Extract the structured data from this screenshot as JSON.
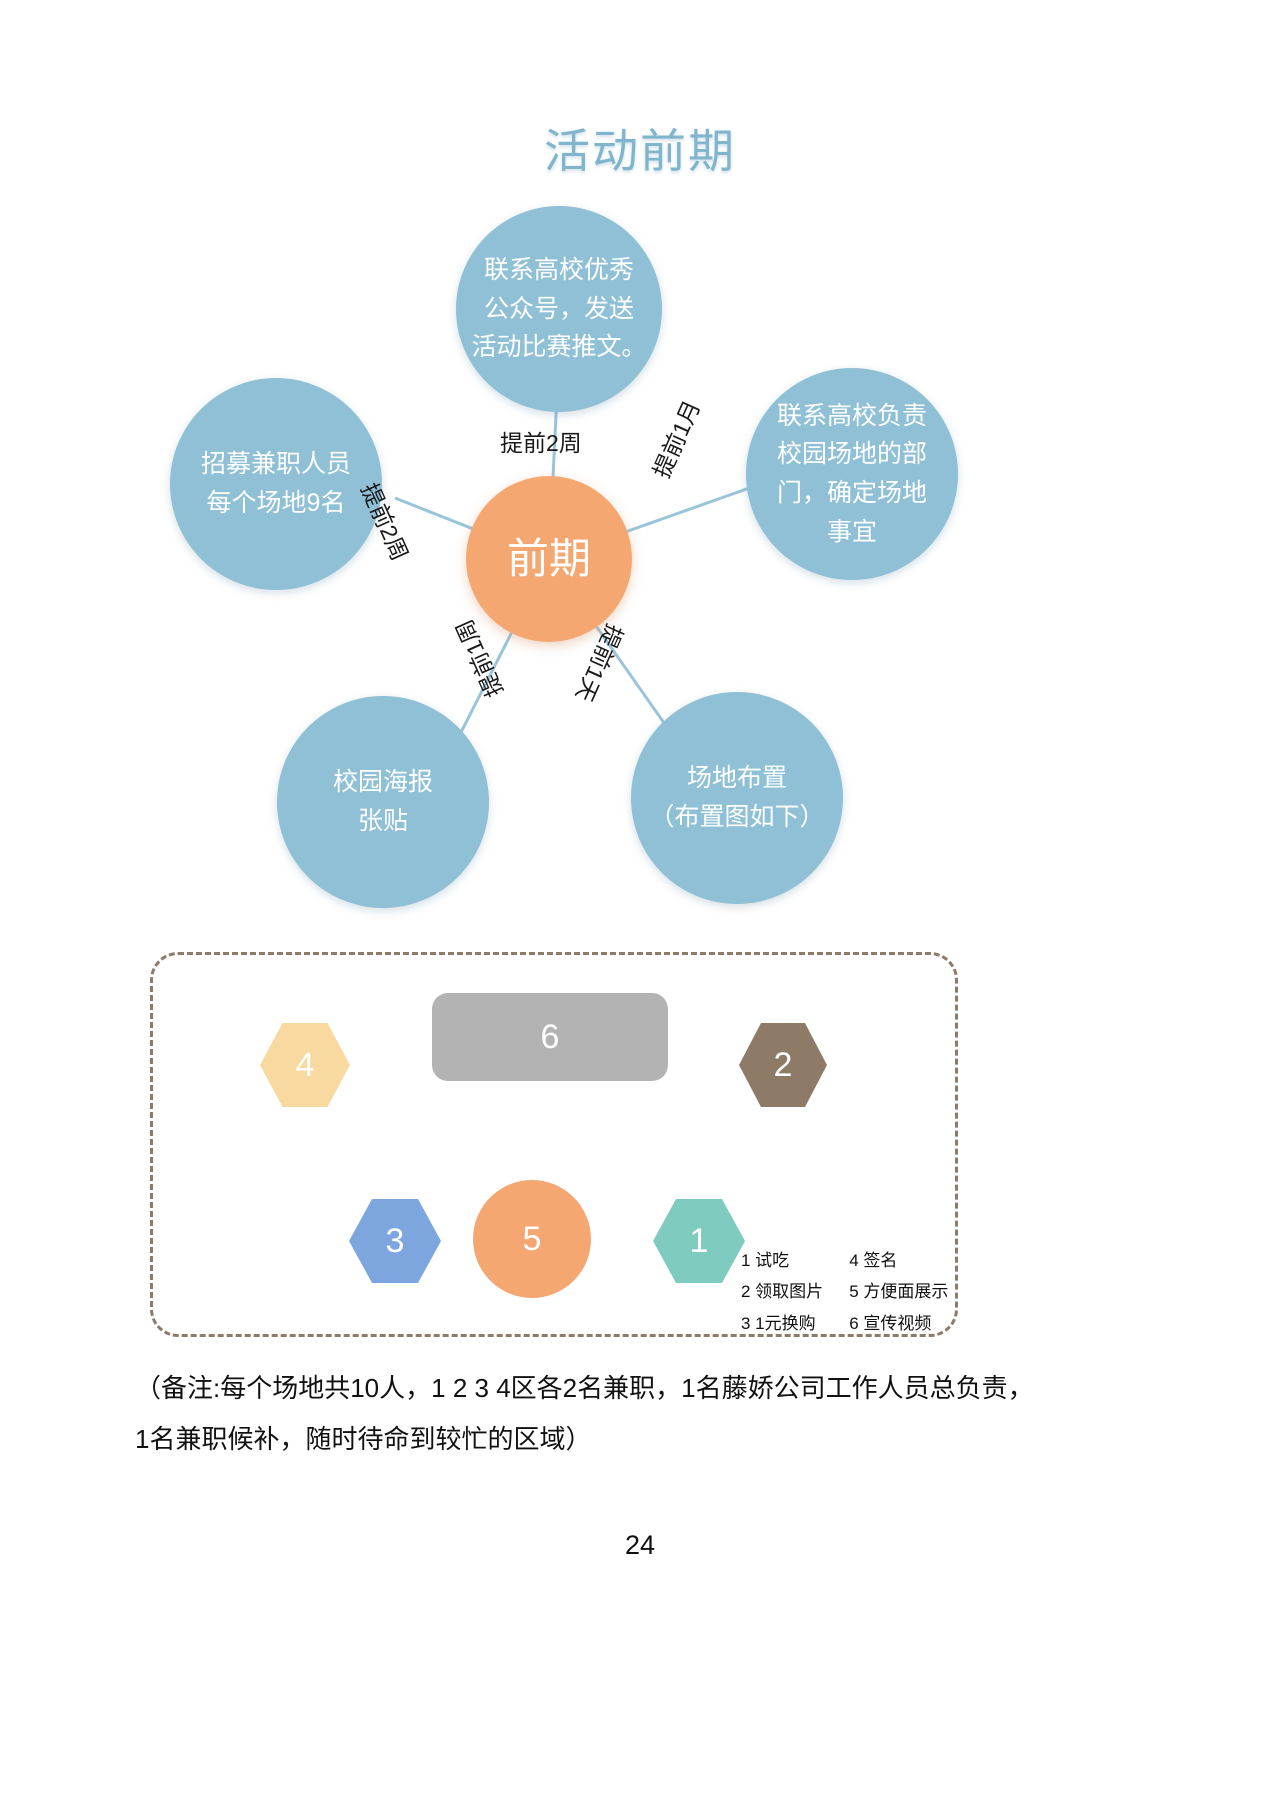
{
  "title": "活动前期",
  "page_number": "24",
  "colors": {
    "title": "#7FB5CD",
    "leaf_node": "#8FC0D6",
    "center_node": "#F5A772",
    "connector": "#9AC4D8",
    "venue_border": "#8D7B68",
    "shape_1": "#7FCBC0",
    "shape_2": "#8D7B68",
    "shape_3": "#7EA6DE",
    "shape_4": "#F8D9A0",
    "shape_5": "#F5A772",
    "shape_6": "#B3B3B3"
  },
  "mindmap": {
    "center": {
      "label": "前期"
    },
    "nodes": [
      {
        "id": "top",
        "lines": [
          "联系高校优秀",
          "公众号，发送",
          "活动比赛推文。"
        ],
        "edge_label": "提前2周"
      },
      {
        "id": "left",
        "lines": [
          "招募兼职人员",
          "每个场地9名"
        ],
        "edge_label": "提前2周"
      },
      {
        "id": "right",
        "lines": [
          "联系高校负责",
          "校园场地的部",
          "门，确定场地",
          "事宜"
        ],
        "edge_label": "提前1月"
      },
      {
        "id": "bl",
        "lines": [
          "校园海报",
          "张贴"
        ],
        "edge_label": "提前1周"
      },
      {
        "id": "br",
        "lines": [
          "场地布置",
          "（布置图如下）"
        ],
        "edge_label": "提前1天"
      }
    ]
  },
  "venue_layout": {
    "shapes": [
      {
        "id": "1",
        "label": "1",
        "shape": "hexagon"
      },
      {
        "id": "2",
        "label": "2",
        "shape": "hexagon"
      },
      {
        "id": "3",
        "label": "3",
        "shape": "hexagon"
      },
      {
        "id": "4",
        "label": "4",
        "shape": "hexagon"
      },
      {
        "id": "5",
        "label": "5",
        "shape": "ellipse"
      },
      {
        "id": "6",
        "label": "6",
        "shape": "rounded-rectangle"
      }
    ],
    "legend_left": [
      "1  试吃",
      "2 领取图片",
      "3 1元换购"
    ],
    "legend_right": [
      "4 签名",
      "5 方便面展示",
      "6 宣传视频"
    ]
  },
  "note": {
    "line1": "（备注:每个场地共10人，1 2 3 4区各2名兼职，1名藤娇公司工作人员总负责，",
    "line2": "1名兼职候补，随时待命到较忙的区域）"
  }
}
